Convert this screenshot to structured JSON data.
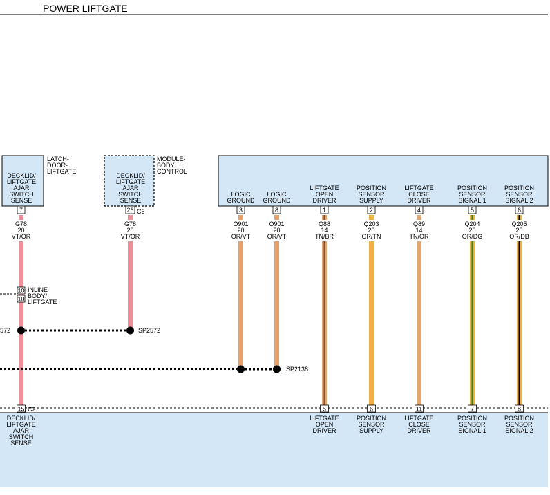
{
  "title": "POWER LIFTGATE",
  "colors": {
    "module_fill": "#d4e7f7",
    "wire_pink": "#ef8f99",
    "wire_or": "#e8a068",
    "wire_yellow": "#efb044",
    "wire_tan": "#e0a870",
    "wire_brown": "#8a4a2a",
    "wire_green": "#2a8a2a",
    "wire_black": "#000000"
  },
  "components": {
    "latch": {
      "name": [
        "LATCH-",
        "DOOR-",
        "LIFTGATE"
      ],
      "pin_label": [
        "DECKLID/",
        "LIFTGATE",
        "AJAR",
        "SWITCH",
        "SENSE"
      ]
    },
    "bcm": {
      "name": [
        "MODULE-",
        "BODY",
        "CONTROL"
      ],
      "pin_label": [
        "DECKLID/",
        "LIFTGATE",
        "AJAR",
        "SWITCH",
        "SENSE"
      ],
      "connector": "C6"
    },
    "plm_top_pins": [
      {
        "label": [
          "LOGIC",
          "GROUND"
        ],
        "pin": "3",
        "wire": [
          "Q901",
          "20",
          "OR/VT"
        ]
      },
      {
        "label": [
          "LOGIC",
          "GROUND"
        ],
        "pin": "8",
        "wire": [
          "Q901",
          "20",
          "OR/VT"
        ]
      },
      {
        "label": [
          "LIFTGATE",
          "OPEN",
          "DRIVER"
        ],
        "pin": "1",
        "wire": [
          "Q88",
          "14",
          "TN/BR"
        ]
      },
      {
        "label": [
          "POSITION",
          "SENSOR",
          "SUPPLY"
        ],
        "pin": "2",
        "wire": [
          "Q203",
          "20",
          "OR/TN"
        ]
      },
      {
        "label": [
          "LIFTGATE",
          "CLOSE",
          "DRIVER"
        ],
        "pin": "4",
        "wire": [
          "Q89",
          "14",
          "TN/OR"
        ]
      },
      {
        "label": [
          "POSITION",
          "SENSOR",
          "SIGNAL 1"
        ],
        "pin": "5",
        "wire": [
          "Q204",
          "20",
          "OR/DG"
        ]
      },
      {
        "label": [
          "POSITION",
          "SENSOR",
          "SIGNAL 2"
        ],
        "pin": "6",
        "wire": [
          "Q205",
          "20",
          "OR/DB"
        ]
      }
    ],
    "bottom_pins": [
      {
        "label": [
          "DECKLID/",
          "LIFTGATE",
          "AJAR",
          "SWITCH",
          "SENSE"
        ],
        "pin": "15"
      },
      {
        "label": [
          "LIFTGATE",
          "OPEN",
          "DRIVER"
        ],
        "pin": "5"
      },
      {
        "label": [
          "POSITION",
          "SENSOR",
          "SUPPLY"
        ],
        "pin": "6"
      },
      {
        "label": [
          "LIFTGATE",
          "CLOSE",
          "DRIVER"
        ],
        "pin": "11"
      },
      {
        "label": [
          "POSITION",
          "SENSOR",
          "SIGNAL 1"
        ],
        "pin": "7"
      },
      {
        "label": [
          "POSITION",
          "SENSOR",
          "SIGNAL 2"
        ],
        "pin": "8"
      }
    ],
    "bottom_connector": "C2"
  },
  "wires": {
    "latch": {
      "pin": "7",
      "wire": [
        "G78",
        "20",
        "VT/OR"
      ]
    },
    "bcm": {
      "pin": "26",
      "wire": [
        "G78",
        "20",
        "VT/OR"
      ]
    }
  },
  "inline": {
    "name": [
      "INLINE-",
      "BODY/",
      "LIFTGATE"
    ],
    "pin_top": "10",
    "pin_bottom": "10"
  },
  "splices": {
    "sp2572": "SP2572",
    "sp2572_partial": "572",
    "sp2138": "SP2138"
  }
}
